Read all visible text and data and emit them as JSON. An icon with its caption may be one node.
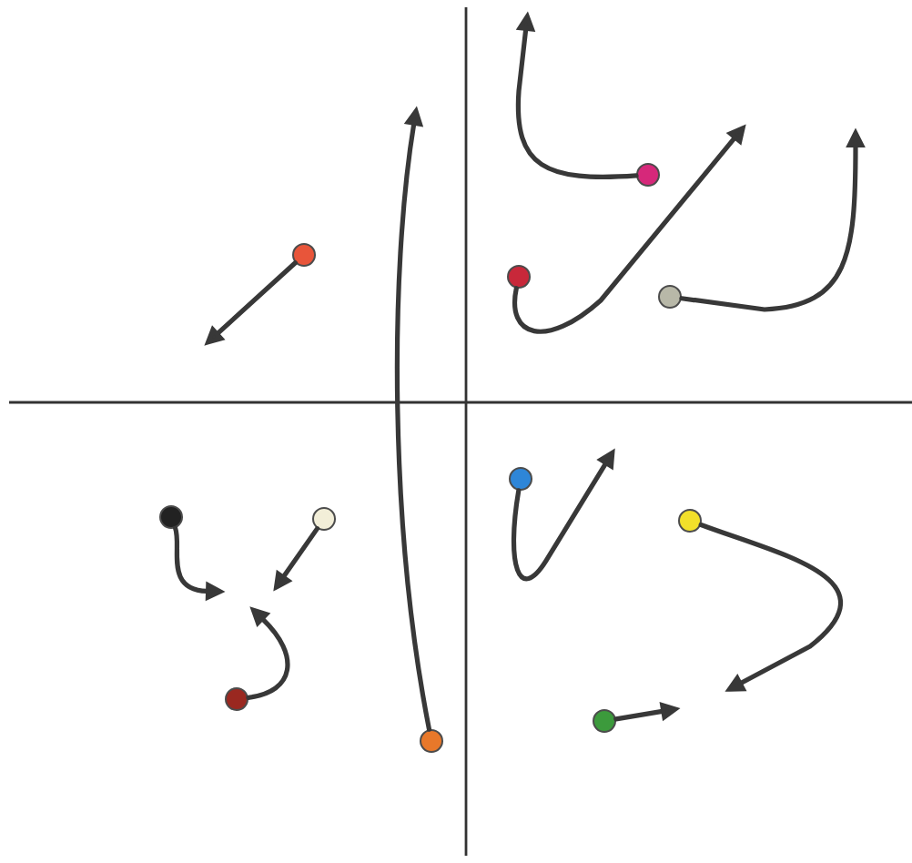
{
  "diagram": {
    "nodes": [
      {
        "text": [],
        "shape": "circle"
      },
      {
        "text": [],
        "shape": "circle"
      },
      {
        "text": [],
        "shape": "circle"
      },
      {
        "text": [],
        "shape": "circle"
      },
      {
        "text": [],
        "shape": "circle"
      },
      {
        "text": [],
        "shape": "circle"
      },
      {
        "text": [],
        "shape": "circle"
      },
      {
        "text": [],
        "shape": "circle"
      },
      {
        "text": [],
        "shape": "circle"
      },
      {
        "text": [],
        "shape": "circle"
      },
      {
        "text": [],
        "shape": "circle"
      }
    ],
    "edges": [
      {
        "from": 0,
        "to": null,
        "arrow": "to"
      },
      {
        "from": 1,
        "to": null,
        "arrow": "to"
      },
      {
        "from": 2,
        "to": null,
        "arrow": "to"
      },
      {
        "from": 3,
        "to": null,
        "arrow": "to"
      },
      {
        "from": 4,
        "to": null,
        "arrow": "to"
      },
      {
        "from": 5,
        "to": null,
        "arrow": "to"
      },
      {
        "from": 6,
        "to": null,
        "arrow": "to"
      },
      {
        "from": 7,
        "to": null,
        "arrow": "to"
      },
      {
        "from": 8,
        "to": null,
        "arrow": "to"
      },
      {
        "from": 9,
        "to": null,
        "arrow": "to"
      },
      {
        "from": 10,
        "to": null,
        "arrow": "to"
      }
    ]
  }
}
